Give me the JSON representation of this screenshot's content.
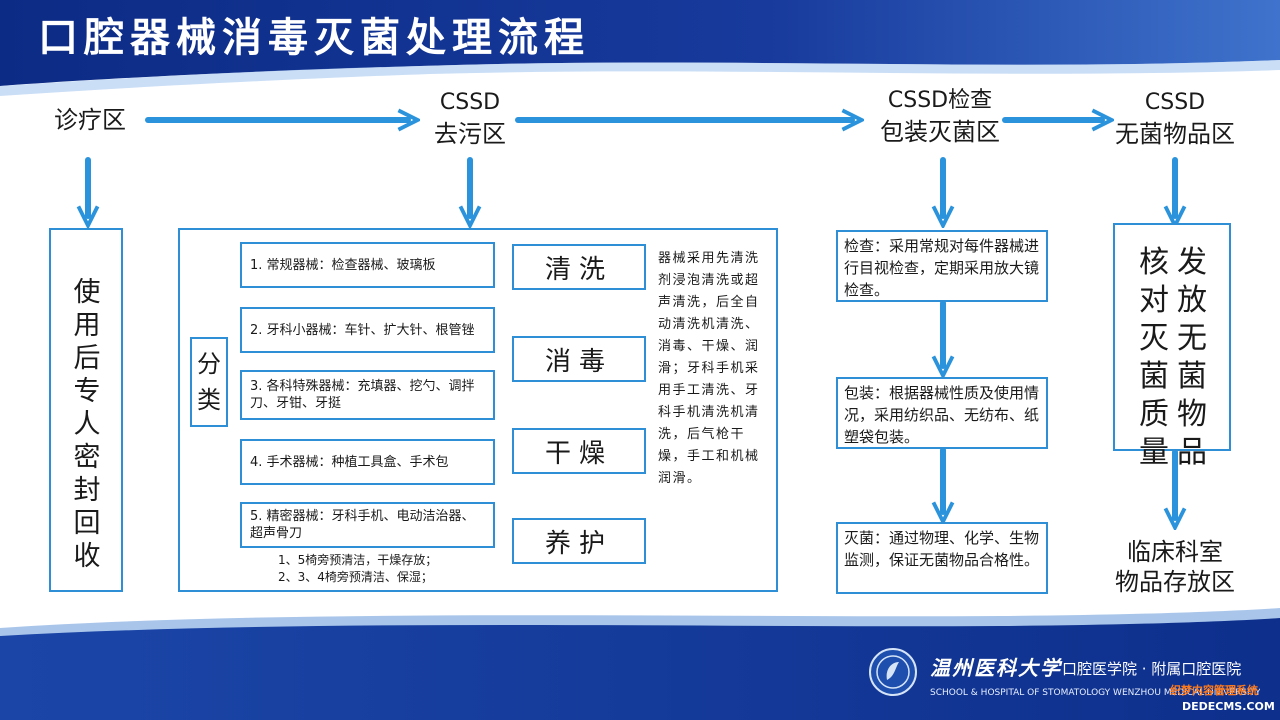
{
  "title": "口腔器械消毒灭菌处理流程",
  "stages": {
    "clinic": "诊疗区",
    "decon_line1": "CSSD",
    "decon_line2": "去污区",
    "pack_line1": "CSSD检查",
    "pack_line2": "包装灭菌区",
    "sterile_line1": "CSSD",
    "sterile_line2": "无菌物品区"
  },
  "recovery_text": "使用后专人密封回收",
  "classification_label": "分类",
  "categories": [
    "1. 常规器械：检查器械、玻璃板",
    "2. 牙科小器械：车针、扩大针、根管锉",
    "3. 各科特殊器械：充填器、挖勺、调拌刀、牙钳、牙挺",
    "4. 手术器械：种植工具盒、手术包",
    "5. 精密器械：牙科手机、电动洁治器、超声骨刀"
  ],
  "notes": [
    "1、5椅旁预清洁，干燥存放；",
    "2、3、4椅旁预清洁、保湿；"
  ],
  "steps": [
    "清洗",
    "消毒",
    "干燥",
    "养护"
  ],
  "process_text": "器械采用先清洗剂浸泡清洗或超声清洗，后全自动清洗机清洗、消毒、干燥、润滑；牙科手机采用手工清洗、牙科手机清洗机清洗，后气枪干燥，手工和机械润滑。",
  "inspection_text": "检查：采用常规对每件器械进行目视检查，定期采用放大镜检查。",
  "packaging_text": "包装：根据器械性质及使用情况，采用纺织品、无纺布、纸塑袋包装。",
  "sterilization_text": "灭菌：通过物理、化学、生物监测，保证无菌物品合格性。",
  "sterile_col1": "核对灭菌质量",
  "sterile_col2": "发放无菌物品",
  "storage_line1": "临床科室",
  "storage_line2": "物品存放区",
  "footer": {
    "university": "温州医科大学",
    "school": "口腔医学院 · 附属口腔医院",
    "english": "SCHOOL & HOSPITAL OF STOMATOLOGY WENZHOU MEDICAL UNIVERSITY",
    "watermark_line1": "织梦内容管理系统",
    "watermark_line2": "DEDECMS.COM"
  },
  "colors": {
    "banner_dark": "#0e2f8c",
    "banner_light": "#4a7fd4",
    "arrow": "#2a93dc",
    "box_border": "#2f8fd6"
  }
}
